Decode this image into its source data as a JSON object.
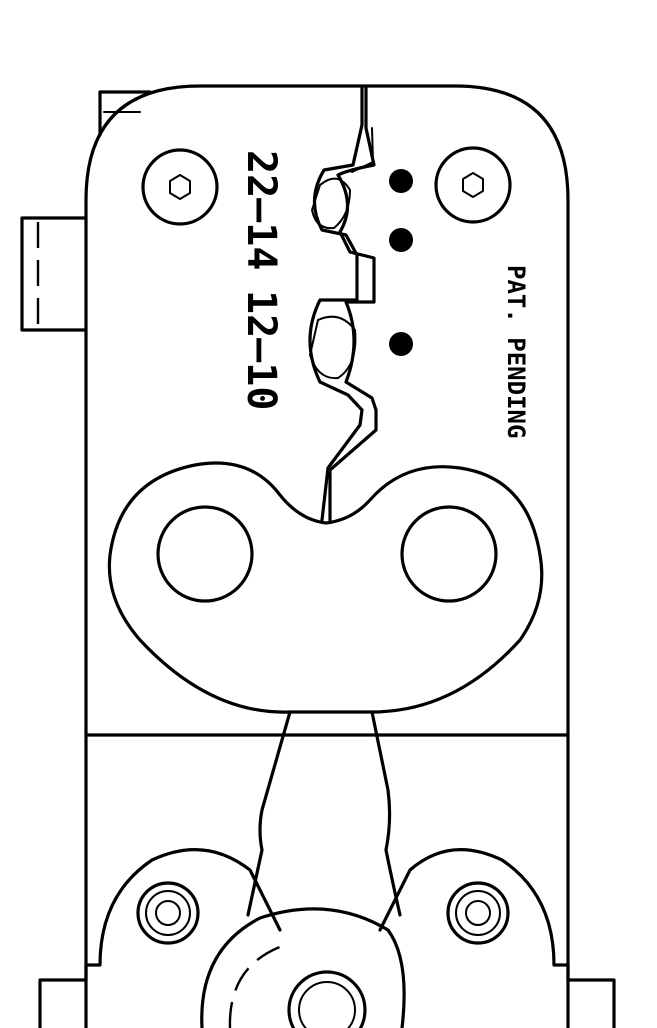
{
  "labels": {
    "gauge_range_small": "22–14",
    "gauge_range_large": "12–10",
    "patent_notice": "PAT. PENDING"
  },
  "colors": {
    "line": "#000000",
    "background": "#ffffff"
  }
}
